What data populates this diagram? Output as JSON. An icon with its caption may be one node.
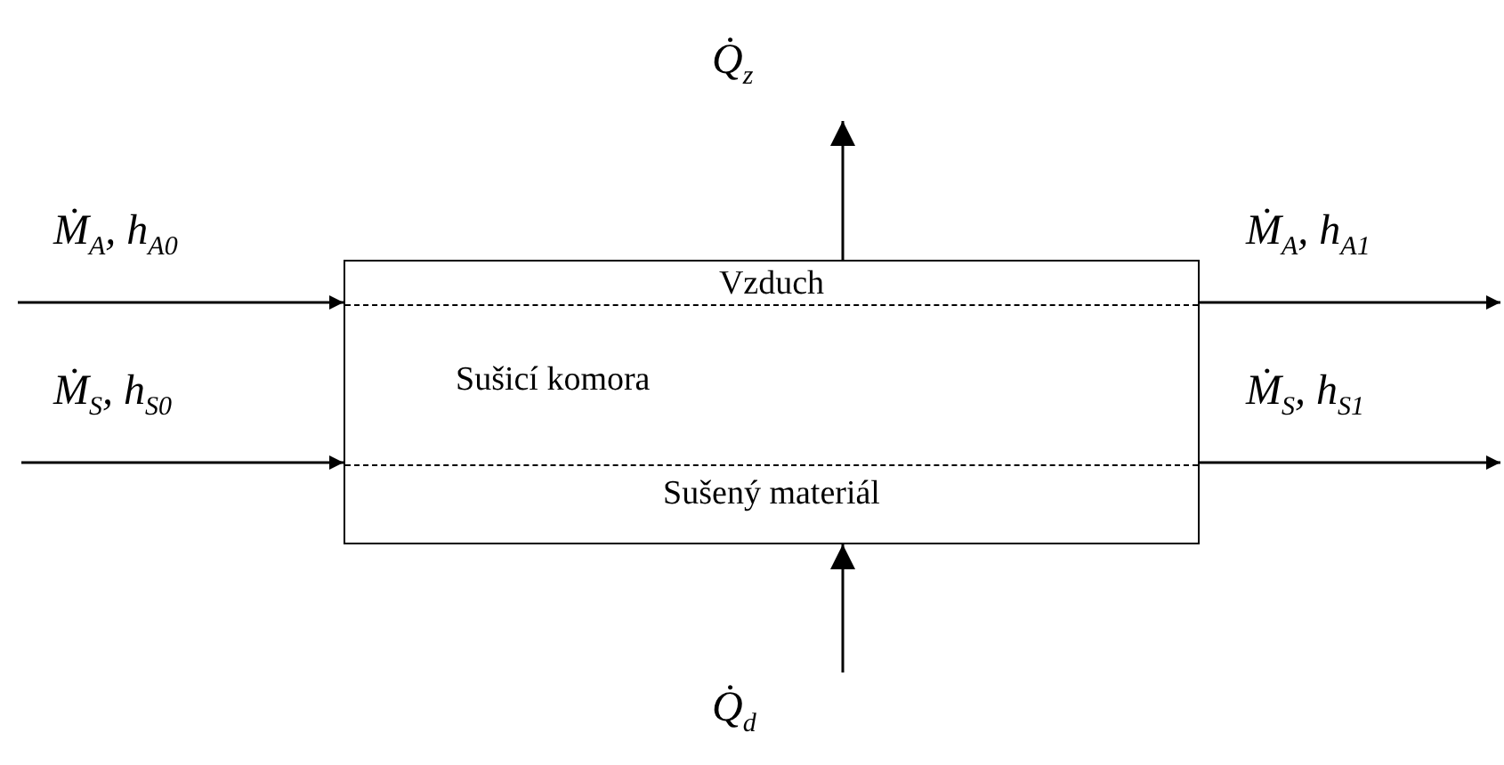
{
  "diagram": {
    "nodes": [
      {
        "text": [
          "Vzduch",
          "Sušicí komora",
          "Sušený materiál"
        ]
      },
      {
        "text": [
          "Q̇$_{z}$"
        ]
      },
      {
        "text": [
          "Q̇$_{d}$"
        ]
      }
    ],
    "edges": [
      {
        "from": null,
        "to": 0,
        "arrow": "to",
        "label": "Ṁ$_{A}$, h$_{A0}$"
      },
      {
        "from": null,
        "to": 0,
        "arrow": "to",
        "label": "Ṁ$_{S}$, h$_{S0}$"
      },
      {
        "from": 0,
        "to": null,
        "arrow": "to",
        "label": "Ṁ$_{A}$, h$_{A1}$"
      },
      {
        "from": 0,
        "to": null,
        "arrow": "to",
        "label": "Ṁ$_{S}$, h$_{S1}$"
      },
      {
        "from": 0,
        "to": 1,
        "arrow": "to"
      },
      {
        "from": 2,
        "to": 0,
        "arrow": "to"
      }
    ]
  }
}
